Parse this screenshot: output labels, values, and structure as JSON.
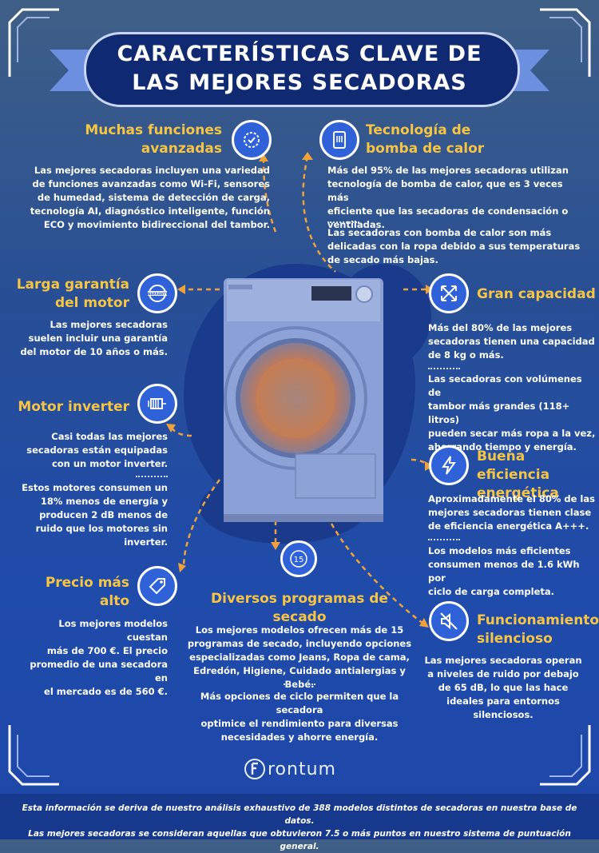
{
  "title": {
    "line1": "CARACTERÍSTICAS CLAVE DE",
    "line2": "LAS MEJORES SECADORAS"
  },
  "features": {
    "funciones": {
      "title_l1": "Muchas funciones",
      "title_l2": "avanzadas",
      "text": [
        "Las mejores secadoras incluyen una variedad",
        "de funciones avanzadas como Wi-Fi, sensores",
        "de humedad, sistema de detección de carga,",
        "tecnología AI, diagnóstico inteligente, función",
        "ECO y movimiento bidireccional del tambor."
      ],
      "icon": "gear-check-icon"
    },
    "bomba": {
      "title_l1": "Tecnología de",
      "title_l2": "bomba de calor",
      "text1": [
        "Más del 95% de las mejores secadoras utilizan",
        "tecnología de bomba de calor, que es 3 veces más",
        "eficiente que las secadoras de condensación o",
        "ventiladas."
      ],
      "text2": [
        "Las secadoras con bomba de calor son más",
        "delicadas con la ropa debido a sus temperaturas",
        "de secado más bajas."
      ],
      "icon": "heat-pump-icon"
    },
    "garantia": {
      "title_l1": "Larga garantía",
      "title_l2": "del motor",
      "badge": "WARRANTY",
      "text": [
        "Las mejores secadoras",
        "suelen incluir una garantía",
        "del motor de 10 años o más."
      ],
      "icon": "warranty-badge-icon"
    },
    "capacidad": {
      "title": "Gran capacidad",
      "text1": [
        "Más del 80% de las mejores",
        "secadoras tienen una capacidad",
        "de 8 kg o más."
      ],
      "text2": [
        "Las secadoras con volúmenes de",
        "tambor más grandes (118+ litros)",
        "pueden secar más ropa a la vez,",
        "ahorrando tiempo y energía."
      ],
      "icon": "expand-arrows-icon"
    },
    "inverter": {
      "title": "Motor inverter",
      "text1": [
        "Casi todas las mejores",
        "secadoras están equipadas",
        "con un motor inverter."
      ],
      "text2": [
        "Estos motores consumen un",
        "18% menos de energía y",
        "producen 2 dB menos de",
        "ruido que los motores sin",
        "inverter."
      ],
      "icon": "motor-icon"
    },
    "eficiencia": {
      "title_l1": "Buena eficiencia",
      "title_l2": "energética",
      "text1": [
        "Aproximadamente el 80% de las",
        "mejores secadoras tienen clase",
        "de eficiencia energética A+++."
      ],
      "text2": [
        "Los modelos más eficientes",
        "consumen menos de 1.6 kWh por",
        "ciclo de carga completa."
      ],
      "icon": "lightning-icon"
    },
    "precio": {
      "title_l1": "Precio más",
      "title_l2": "alto",
      "text": [
        "Los mejores modelos cuestan",
        "más de 700 €. El precio",
        "promedio de una secadora en",
        "el mercado es de 560 €."
      ],
      "icon": "price-tag-icon"
    },
    "programas": {
      "title": "Diversos programas de secado",
      "badge": "15",
      "text1": [
        "Los mejores modelos ofrecen más de 15",
        "programas de secado, incluyendo opciones",
        "especializadas como Jeans, Ropa de cama,",
        "Edredón, Higiene, Cuidado antialergias y Bebé."
      ],
      "text2": [
        "Más opciones de ciclo permiten que la secadora",
        "optimice el rendimiento para diversas",
        "necesidades y ahorre energía."
      ],
      "icon": "dial-15-icon"
    },
    "silencioso": {
      "title_l1": "Funcionamiento",
      "title_l2": "silencioso",
      "text": [
        "Las mejores secadoras operan",
        "a niveles de ruido por debajo",
        "de 65 dB, lo que las hace",
        "ideales para entornos",
        "silenciosos."
      ],
      "icon": "speaker-mute-icon"
    }
  },
  "logo": {
    "text": "rontum",
    "icon": "frontum-logo-icon"
  },
  "footer": {
    "line1": "Esta información se deriva de nuestro análisis exhaustivo de 388 modelos distintos de secadoras en nuestra base de datos.",
    "line2": "Las mejores secadoras se consideran aquellas que obtuvieron 7.5 o más puntos en nuestro sistema de puntuación general."
  },
  "colors": {
    "accent": "#f6c544",
    "icon_bg": "#2f62d8",
    "banner": "#0f2a72",
    "footer": "#17398d"
  }
}
